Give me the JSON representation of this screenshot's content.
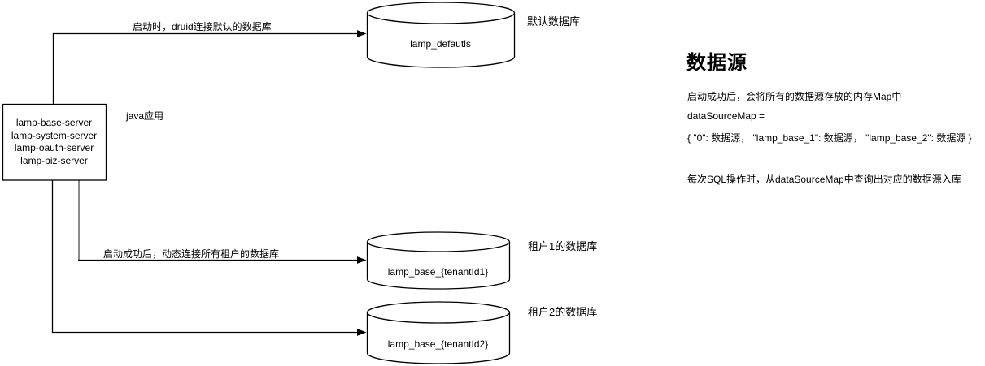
{
  "diagram": {
    "app_box": {
      "lines": [
        "lamp-base-server",
        "lamp-system-server",
        "lamp-oauth-server",
        "lamp-biz-server"
      ],
      "label": "java应用"
    },
    "edges": {
      "startup_default_label": "启动时，druid连接默认的数据库",
      "startup_tenants_label": "启动成功后，动态连接所有租户的数据库"
    },
    "databases": [
      {
        "name": "lamp_defautls",
        "label": "默认数据库"
      },
      {
        "name": "lamp_base_{tenantId1}",
        "label": "租户1的数据库"
      },
      {
        "name": "lamp_base_{tenantId2}",
        "label": "租户2的数据库"
      }
    ]
  },
  "notes": {
    "title": "数据源",
    "line1": "启动成功后，会将所有的数据源存放的内存Map中",
    "line2": "dataSourceMap =",
    "line3": "{ \"0\": 数据源，  \"lamp_base_1\": 数据源，  \"lamp_base_2\": 数据源 }",
    "line4": "每次SQL操作时，从dataSourceMap中查询出对应的数据源入库"
  },
  "colors": {
    "stroke": "#000000",
    "gray_edge": "#8a8a8a",
    "background": "#ffffff"
  }
}
